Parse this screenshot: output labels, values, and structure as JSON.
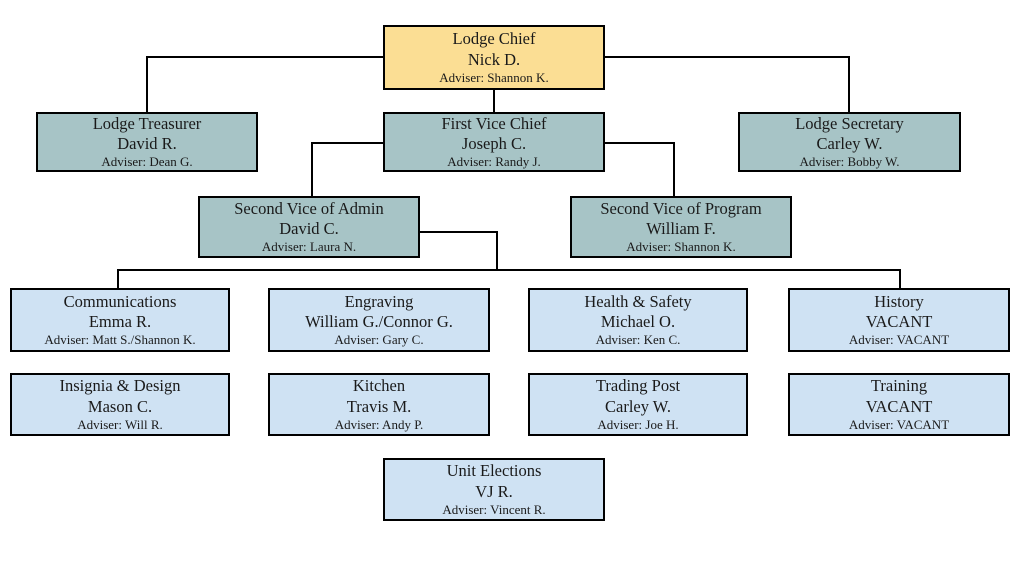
{
  "colors": {
    "chief": "#FBDE94",
    "officer": "#A7C4C6",
    "committee": "#CFE2F3",
    "line": "#000000",
    "background": "#FFFFFF"
  },
  "nodes": {
    "lodge_chief": {
      "title": "Lodge Chief",
      "person": "Nick D.",
      "adviser": "Adviser: Shannon K."
    },
    "lodge_treasurer": {
      "title": "Lodge Treasurer",
      "person": "David R.",
      "adviser": "Adviser: Dean G."
    },
    "first_vice_chief": {
      "title": "First Vice Chief",
      "person": "Joseph C.",
      "adviser": "Adviser: Randy J."
    },
    "lodge_secretary": {
      "title": "Lodge Secretary",
      "person": "Carley W.",
      "adviser": "Adviser: Bobby W."
    },
    "second_vice_admin": {
      "title": "Second Vice of Admin",
      "person": "David C.",
      "adviser": "Adviser: Laura N."
    },
    "second_vice_program": {
      "title": "Second Vice of Program",
      "person": "William F.",
      "adviser": "Adviser: Shannon K."
    },
    "communications": {
      "title": "Communications",
      "person": "Emma R.",
      "adviser": "Adviser: Matt S./Shannon K."
    },
    "engraving": {
      "title": "Engraving",
      "person": "William G./Connor G.",
      "adviser": "Adviser: Gary C."
    },
    "health_safety": {
      "title": "Health & Safety",
      "person": "Michael O.",
      "adviser": "Adviser: Ken C."
    },
    "history": {
      "title": "History",
      "person": "VACANT",
      "adviser": "Adviser: VACANT"
    },
    "insignia_design": {
      "title": "Insignia & Design",
      "person": "Mason C.",
      "adviser": "Adviser: Will R."
    },
    "kitchen": {
      "title": "Kitchen",
      "person": "Travis M.",
      "adviser": "Adviser: Andy P."
    },
    "trading_post": {
      "title": "Trading Post",
      "person": "Carley W.",
      "adviser": "Adviser: Joe H."
    },
    "training": {
      "title": "Training",
      "person": "VACANT",
      "adviser": "Adviser: VACANT"
    },
    "unit_elections": {
      "title": "Unit Elections",
      "person": "VJ R.",
      "adviser": "Adviser: Vincent R."
    }
  }
}
